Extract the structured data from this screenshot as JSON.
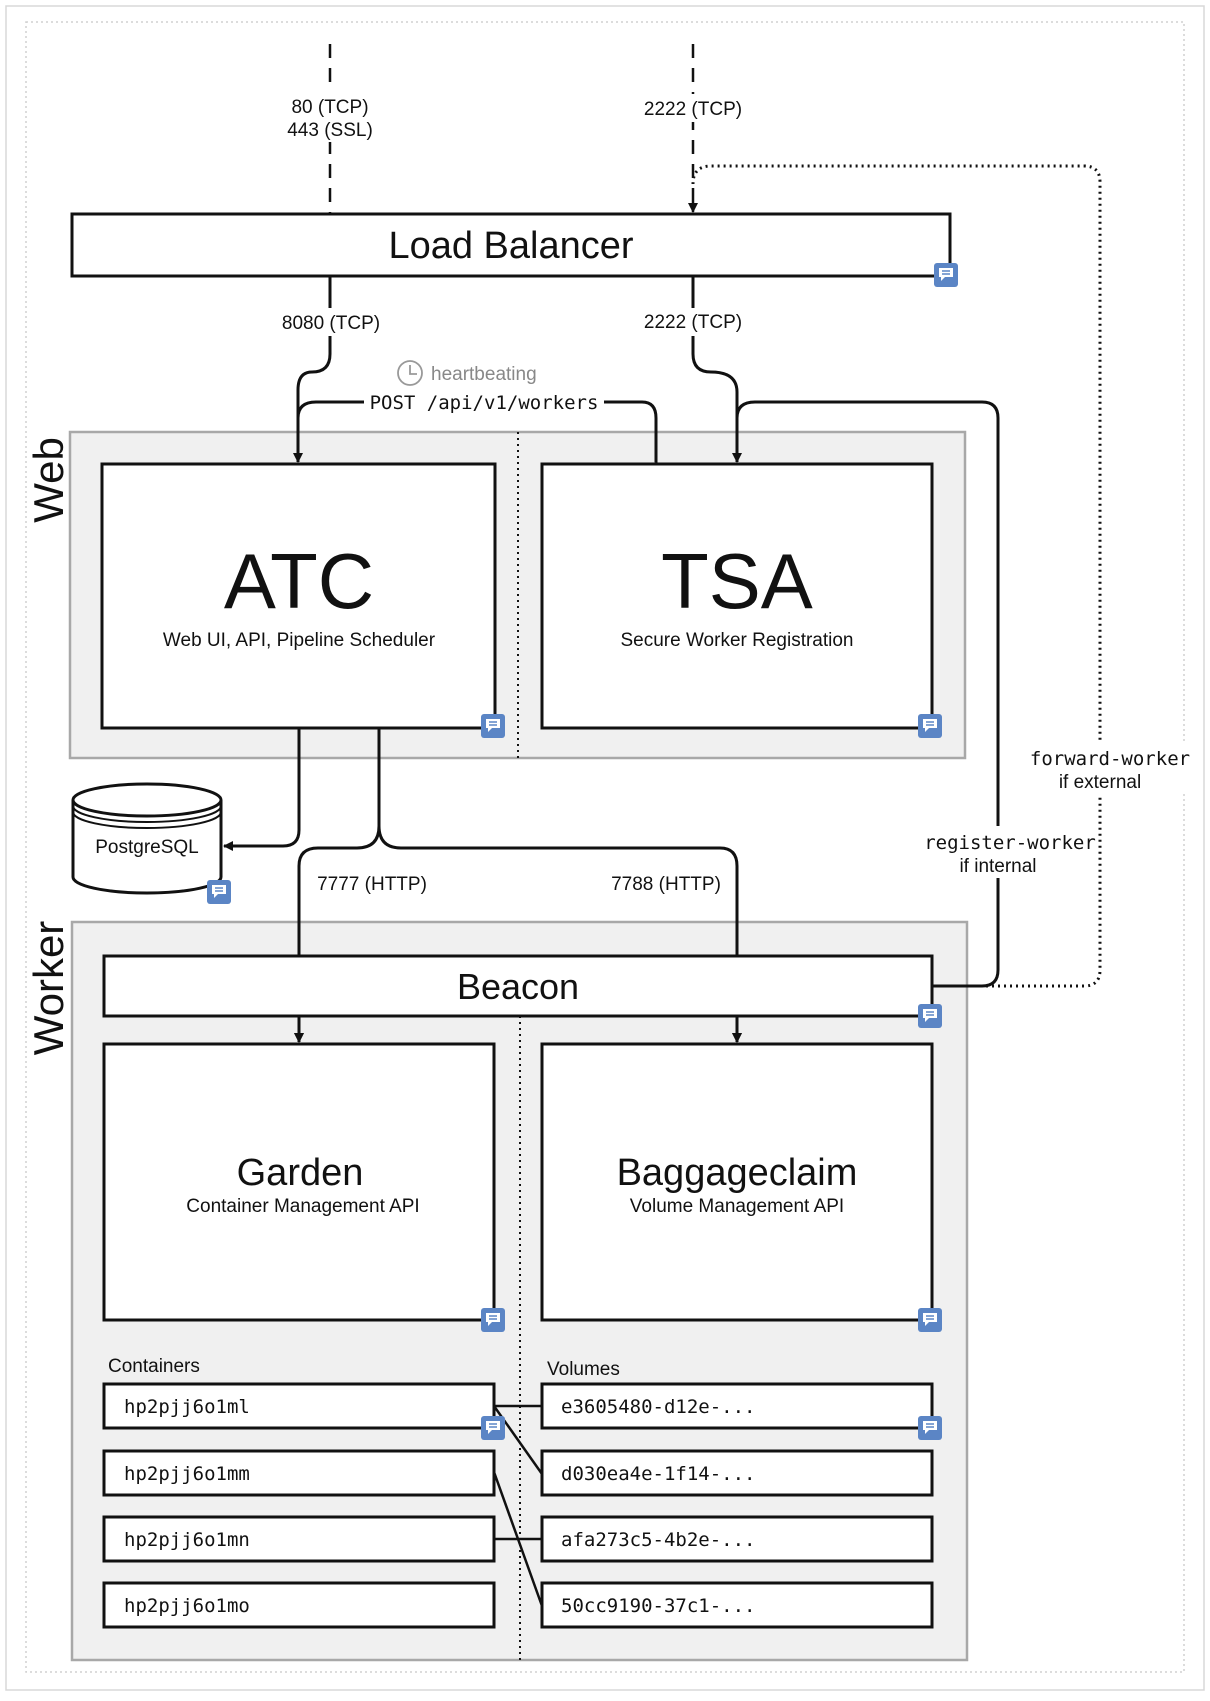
{
  "lb": {
    "title": "Load Balancer",
    "top_left_port_1": "80 (TCP)",
    "top_left_port_2": "443 (SSL)",
    "top_right_port": "2222 (TCP)",
    "bottom_left_port": "8080 (TCP)",
    "bottom_right_port": "2222 (TCP)"
  },
  "heartbeat": {
    "label": "heartbeating",
    "endpoint": "POST /api/v1/workers"
  },
  "web": {
    "group_label": "Web",
    "atc": {
      "title": "ATC",
      "subtitle": "Web UI, API, Pipeline Scheduler"
    },
    "tsa": {
      "title": "TSA",
      "subtitle": "Secure Worker Registration"
    }
  },
  "db": {
    "label": "PostgreSQL"
  },
  "links": {
    "garden_port": "7777 (HTTP)",
    "baggageclaim_port": "7788 (HTTP)",
    "forward_cmd": "forward-worker",
    "forward_cond": "if external",
    "register_cmd": "register-worker",
    "register_cond": "if internal"
  },
  "worker": {
    "group_label": "Worker",
    "beacon": "Beacon",
    "garden": {
      "title": "Garden",
      "subtitle": "Container Management API"
    },
    "baggageclaim": {
      "title": "Baggageclaim",
      "subtitle": "Volume Management API"
    },
    "containers_label": "Containers",
    "volumes_label": "Volumes",
    "containers": [
      "hp2pjj6o1ml",
      "hp2pjj6o1mm",
      "hp2pjj6o1mn",
      "hp2pjj6o1mo"
    ],
    "volumes": [
      "e3605480-d12e-...",
      "d030ea4e-1f14-...",
      "afa273c5-4b2e-...",
      "50cc9190-37c1-..."
    ]
  },
  "colors": {
    "group_fill": "#f0f0f0",
    "group_stroke": "#a8a8a8",
    "line": "#111111",
    "note_badge": "#5b85c5"
  }
}
